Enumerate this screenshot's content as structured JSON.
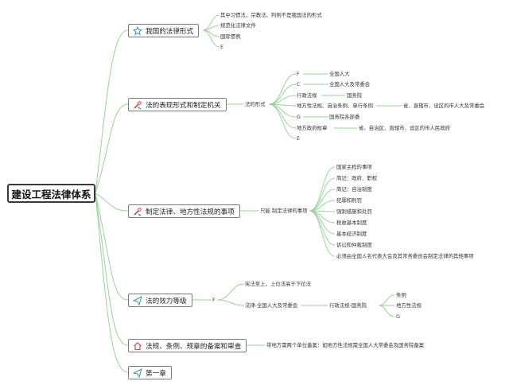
{
  "root": {
    "title": "建设工程法律体系"
  },
  "colors": {
    "line": "#9ad39a",
    "icon_blue": "#3a8fd8",
    "icon_red": "#d84040",
    "icon_teal": "#2f9a9a"
  },
  "topics": [
    {
      "label": "我国的法律形式",
      "icon": "star-icon",
      "children": [
        "其中习惯法、宗教法、判例不是我国法的形式",
        "规范化法律文件",
        "国际惯例",
        "E"
      ]
    },
    {
      "label": "法的表现形式和制定机关",
      "icon": "wrench-icon",
      "mid": "法的形式",
      "children": [
        {
          "label": "F",
          "note": "全国人大"
        },
        {
          "label": "C",
          "note": "全国人大及常委会"
        },
        {
          "label": "行政法规",
          "note": "国务院"
        },
        {
          "label": "地方性法规、自治条例、单行条例",
          "note": "省、直辖市、设区的市人大及常委会"
        },
        {
          "label": "G",
          "note": "国务院各部委"
        },
        {
          "label": "地方政府规章",
          "note": "省、自治区、直辖市、设区的市人民政府"
        },
        {
          "label": "E",
          "note": ""
        }
      ]
    },
    {
      "label": "制定法律、地方性法规的事项",
      "icon": "wrench-icon",
      "mid": "只能 制定法律的事项",
      "children": [
        "国家主权的事项",
        "简记：政府、职权",
        "简记：自治制度",
        "犯罪和刑罚",
        "强制措施和处罚",
        "税收基本制度",
        "基本经济制度",
        "诉讼和仲裁制度",
        "必须由全国人名代表大会及其常务委员会制定法律的其他事项"
      ]
    },
    {
      "label": "法的效力等级",
      "icon": "send-icon",
      "mid": "F",
      "children": [
        {
          "label": "宪法至上，上位法高于下位法"
        },
        {
          "label": "法律-全国人大及常委会",
          "sub": "行政法规-国务院",
          "subs": [
            "条例",
            "地方性法规",
            "G"
          ]
        }
      ]
    },
    {
      "label": "法规、条例、规章的备案和审查",
      "icon": "home-icon",
      "children": [
        "带地方需两个单位备案：如地方性法规需全国人大常委会及国务院备案"
      ]
    },
    {
      "label": "第一章",
      "icon": "send-icon",
      "children": []
    }
  ]
}
